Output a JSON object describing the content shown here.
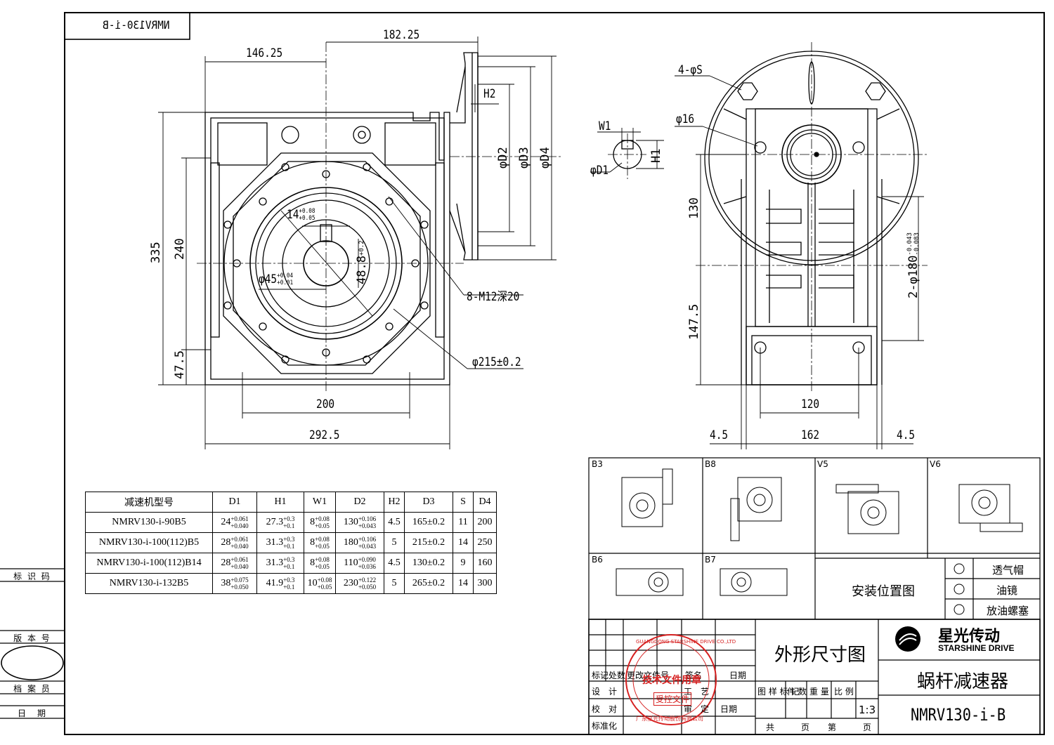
{
  "title_box": {
    "code_mirrored": "NMRV130-i-B"
  },
  "front_view": {
    "dims": {
      "width_total": "292.5",
      "base_200": "200",
      "left_146": "146.25",
      "top_182": "182.25",
      "height_335": "335",
      "height_240": "240",
      "base_47": "47.5",
      "key_width": "14",
      "key_width_tol_up": "+0.08",
      "key_width_tol_low": "+0.05",
      "bore": "φ45",
      "bore_tol_up": "+0.04",
      "bore_tol_low": "+0.01",
      "key_depth": "48.8",
      "key_depth_tol": "+0.2",
      "threads": "8-M12深20",
      "pcd": "φ215±0.2",
      "h2": "H2",
      "d2": "φD2",
      "d3": "φD3",
      "d4": "φD4"
    }
  },
  "side_view": {
    "dims": {
      "holes": "4-φS",
      "phi16": "φ16",
      "w1": "W1",
      "h1": "H1",
      "d1": "φD1",
      "h130": "130",
      "h147": "147.5",
      "flange": "2-φ180",
      "flange_tol_up": "-0.043",
      "flange_tol_low": "-0.083",
      "w120": "120",
      "w162": "162",
      "w45a": "4.5",
      "w45b": "4.5"
    }
  },
  "spec_table": {
    "headers": [
      "减速机型号",
      "D1",
      "H1",
      "W1",
      "D2",
      "H2",
      "D3",
      "S",
      "D4"
    ],
    "rows": [
      {
        "model": "NMRV130-i-90B5",
        "d1": "24",
        "d1_up": "+0.061",
        "d1_lo": "+0.040",
        "h1": "27.3",
        "h1_up": "+0.3",
        "h1_lo": "+0.1",
        "w1": "8",
        "w1_up": "+0.08",
        "w1_lo": "+0.05",
        "d2": "130",
        "d2_up": "+0.106",
        "d2_lo": "+0.043",
        "h2": "4.5",
        "d3": "165±0.2",
        "s": "11",
        "d4": "200"
      },
      {
        "model": "NMRV130-i-100(112)B5",
        "d1": "28",
        "d1_up": "+0.061",
        "d1_lo": "+0.040",
        "h1": "31.3",
        "h1_up": "+0.3",
        "h1_lo": "+0.1",
        "w1": "8",
        "w1_up": "+0.08",
        "w1_lo": "+0.05",
        "d2": "180",
        "d2_up": "+0.106",
        "d2_lo": "+0.043",
        "h2": "5",
        "d3": "215±0.2",
        "s": "14",
        "d4": "250"
      },
      {
        "model": "NMRV130-i-100(112)B14",
        "d1": "28",
        "d1_up": "+0.061",
        "d1_lo": "+0.040",
        "h1": "31.3",
        "h1_up": "+0.3",
        "h1_lo": "+0.1",
        "w1": "8",
        "w1_up": "+0.08",
        "w1_lo": "+0.05",
        "d2": "110",
        "d2_up": "+0.090",
        "d2_lo": "+0.036",
        "h2": "4.5",
        "d3": "130±0.2",
        "s": "9",
        "d4": "160"
      },
      {
        "model": "NMRV130-i-132B5",
        "d1": "38",
        "d1_up": "+0.075",
        "d1_lo": "+0.050",
        "h1": "41.9",
        "h1_up": "+0.3",
        "h1_lo": "+0.1",
        "w1": "10",
        "w1_up": "+0.08",
        "w1_lo": "+0.05",
        "d2": "230",
        "d2_up": "+0.122",
        "d2_lo": "+0.050",
        "h2": "5",
        "d3": "265±0.2",
        "s": "14",
        "d4": "300"
      }
    ]
  },
  "mount_positions": {
    "labels": [
      "B3",
      "B8",
      "V5",
      "V6",
      "B6",
      "B7"
    ],
    "title": "安装位置图",
    "legend": [
      "透气帽",
      "油镜",
      "放油螺塞"
    ]
  },
  "title_block": {
    "drawing_name": "外形尺寸图",
    "brand_cn": "星光传动",
    "brand_en": "STARSHINE DRIVE",
    "product": "蜗杆减速器",
    "model": "NMRV130-i-B",
    "scale": "1:3",
    "row_labels": [
      "标记",
      "处数",
      "更改文件号",
      "签名",
      "日期"
    ],
    "left_labels": [
      "设　计",
      "校　对",
      "标准化"
    ],
    "mid_labels": [
      "工　艺",
      "审　定"
    ],
    "date_label": "日期",
    "attr_labels": [
      "图 样 标 记",
      "件 数",
      "重 量",
      "比 例"
    ],
    "page_labels": [
      "共",
      "页",
      "第",
      "页"
    ],
    "stamp_text": "技术文件用章",
    "stamp_sub": "受控文件",
    "stamp_ring": "GUANGDONG STARSHINE DRIVE CO.,LTD",
    "stamp_bottom": "广东星光传动股份有限公司"
  },
  "side_bar": {
    "labels": [
      "标 识 码",
      "版 本 号",
      "档 案 员",
      "日　期"
    ]
  }
}
